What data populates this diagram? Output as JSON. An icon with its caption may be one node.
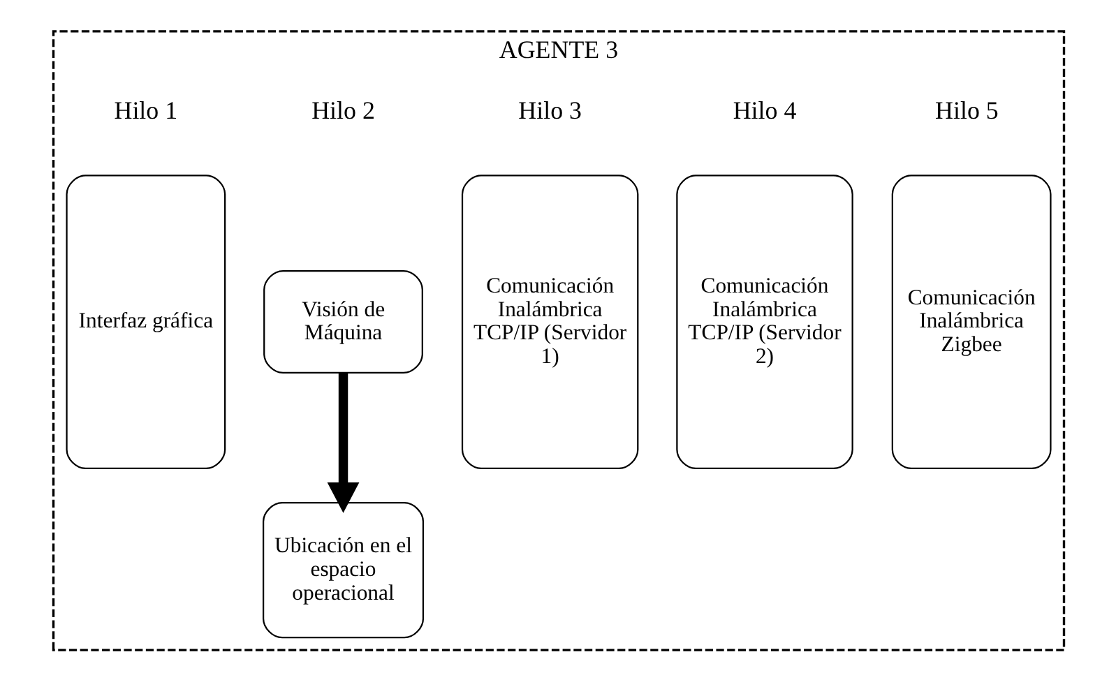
{
  "diagram": {
    "nodes": [
      {
        "text": [
          "AGENTE 3"
        ]
      },
      {
        "text": [
          "Interfaz gráfica"
        ],
        "in": 0
      },
      {
        "text": [
          "Visión de Máquina"
        ],
        "in": 0
      },
      {
        "text": [
          "Ubicación en el espacio operacional"
        ],
        "in": 0
      },
      {
        "text": [
          "Comunicación Inalámbrica TCP/IP (Servidor 1)"
        ],
        "in": 0
      },
      {
        "text": [
          "Comunicación Inalámbrica TCP/IP (Servidor 2)"
        ],
        "in": 0
      },
      {
        "text": [
          "Comunicación Inalámbrica Zigbee"
        ],
        "in": 0
      }
    ],
    "edges": [
      {
        "from": 2,
        "to": 3,
        "arrow": "to"
      }
    ],
    "labels": [
      "Hilo 1",
      "Hilo 2",
      "Hilo 3",
      "Hilo 4",
      "Hilo 5"
    ]
  }
}
